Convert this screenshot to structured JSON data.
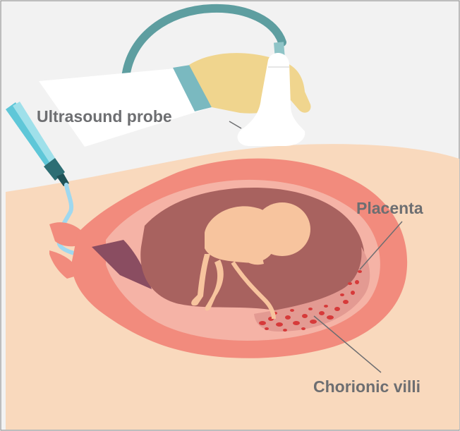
{
  "labels": {
    "probe": "Ultrasound probe",
    "placenta": "Placenta",
    "villi": "Chorionic villi"
  },
  "colors": {
    "background": "#f2f2f2",
    "skin": "#f9d9bd",
    "uterus_outer": "#f28b7d",
    "uterus_inner": "#f5b3a6",
    "amniotic": "#a8625f",
    "fetus": "#f7c49e",
    "glove": "#f0d58e",
    "coat": "#ffffff",
    "probe_cable": "#5e9ea0",
    "needle": "#6ad3e0",
    "catheter": "#9fd8ef",
    "villi": "#d63a3a",
    "label_text": "#6d6e71"
  },
  "icons": [
    "ultrasound-probe-icon",
    "syringe-icon",
    "fetus-icon",
    "hand-icon"
  ]
}
